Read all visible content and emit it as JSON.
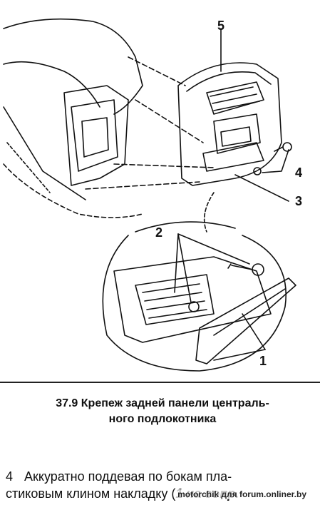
{
  "figure": {
    "callouts": [
      {
        "label": "5"
      },
      {
        "label": "4"
      },
      {
        "label": "3"
      },
      {
        "label": "2"
      },
      {
        "label": "1"
      }
    ]
  },
  "caption": {
    "line1": "37.9 Крепеж задней панели централь-",
    "line2": "ного подлокотника"
  },
  "body": {
    "number": "4",
    "line1": "Аккуратно поддевая по бокам пла-",
    "line2_start": "стиковым клином накладку (",
    "line2_emph": "1 на сопр."
  },
  "watermark": "motorchik для forum.onliner.by"
}
